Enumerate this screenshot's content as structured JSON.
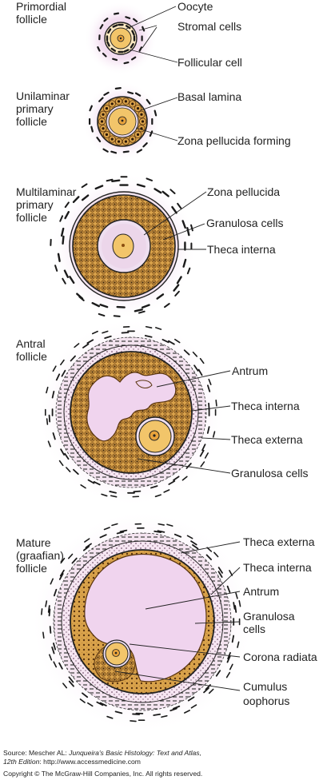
{
  "stages": [
    {
      "name_lines": [
        "Primordial",
        "follicle"
      ],
      "labels": [
        "Oocyte",
        "Stromal cells",
        "Follicular cell"
      ]
    },
    {
      "name_lines": [
        "Unilaminar",
        "primary",
        "follicle"
      ],
      "labels": [
        "Basal lamina",
        "Zona pellucida forming"
      ]
    },
    {
      "name_lines": [
        "Multilaminar",
        "primary",
        "follicle"
      ],
      "labels": [
        "Zona pellucida",
        "Granulosa cells",
        "Theca interna"
      ]
    },
    {
      "name_lines": [
        "Antral",
        "follicle"
      ],
      "labels": [
        "Antrum",
        "Theca interna",
        "Theca externa",
        "Granulosa cells"
      ]
    },
    {
      "name_lines": [
        "Mature",
        "(graafian)",
        "follicle"
      ],
      "labels": [
        "Theca externa",
        "Theca interna",
        "Antrum",
        "Granulosa",
        "cells",
        "Corona radiata",
        "Cumulus",
        "oophorus"
      ]
    }
  ],
  "footer": {
    "source_prefix": "Source: Mescher AL: ",
    "book_title": "Junqueira's Basic Histology: Text and Atlas,",
    "edition": "12th Edition",
    "url_text": ": http://www.accessmedicine.com",
    "copyright": "Copyright © The McGraw-Hill Companies, Inc. All rights reserved."
  },
  "colors": {
    "glow": "#e9c6e4",
    "granulosa": "#d9a24a",
    "granulosa_dark": "#9a6424",
    "oocyte_cytoplasm": "#f2c56a",
    "zona": "#efdff0",
    "antrum": "#f0d4ee",
    "nucleus": "#e8a33c",
    "outline": "#1a1a1a"
  }
}
